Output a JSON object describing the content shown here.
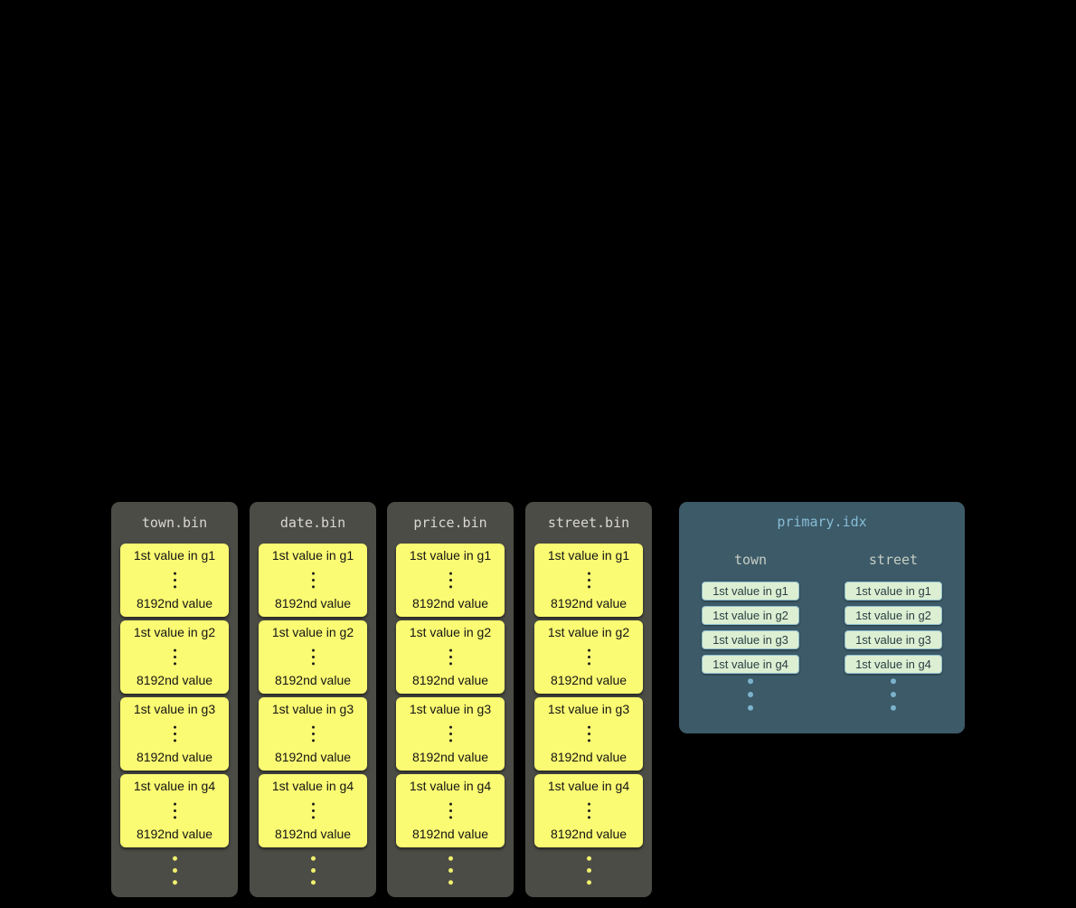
{
  "diagram": {
    "bin_files": [
      {
        "name": "town.bin",
        "granules": [
          {
            "first": "1st value in g1",
            "last": "8192nd value"
          },
          {
            "first": "1st value in g2",
            "last": "8192nd value"
          },
          {
            "first": "1st value in g3",
            "last": "8192nd value"
          },
          {
            "first": "1st value in g4",
            "last": "8192nd value"
          }
        ]
      },
      {
        "name": "date.bin",
        "granules": [
          {
            "first": "1st value in g1",
            "last": "8192nd value"
          },
          {
            "first": "1st value in g2",
            "last": "8192nd value"
          },
          {
            "first": "1st value in g3",
            "last": "8192nd value"
          },
          {
            "first": "1st value in g4",
            "last": "8192nd value"
          }
        ]
      },
      {
        "name": "price.bin",
        "granules": [
          {
            "first": "1st value in g1",
            "last": "8192nd value"
          },
          {
            "first": "1st value in g2",
            "last": "8192nd value"
          },
          {
            "first": "1st value in g3",
            "last": "8192nd value"
          },
          {
            "first": "1st value in g4",
            "last": "8192nd value"
          }
        ]
      },
      {
        "name": "street.bin",
        "granules": [
          {
            "first": "1st value in g1",
            "last": "8192nd value"
          },
          {
            "first": "1st value in g2",
            "last": "8192nd value"
          },
          {
            "first": "1st value in g3",
            "last": "8192nd value"
          },
          {
            "first": "1st value in g4",
            "last": "8192nd value"
          }
        ]
      }
    ],
    "index_file": {
      "name": "primary.idx",
      "columns": [
        {
          "name": "town",
          "entries": [
            "1st value in g1",
            "1st value in g2",
            "1st value in g3",
            "1st value in g4"
          ]
        },
        {
          "name": "street",
          "entries": [
            "1st value in g1",
            "1st value in g2",
            "1st value in g3",
            "1st value in g4"
          ]
        }
      ]
    },
    "colors": {
      "background": "#000000",
      "bin_container": "#4c4c46",
      "bin_header_text": "#d9d9d1",
      "granule_block": "#fbfb73",
      "granule_text": "#141414",
      "yellow_dots": "#f0f06e",
      "index_container": "#3d5a68",
      "index_title_text": "#86bdd6",
      "index_column_label_text": "#c5cec4",
      "index_entry_bg": "#dcefd2",
      "index_entry_border": "#90bfce",
      "index_entry_text": "#2a3e44",
      "blue_dots": "#7cb2cc"
    }
  }
}
